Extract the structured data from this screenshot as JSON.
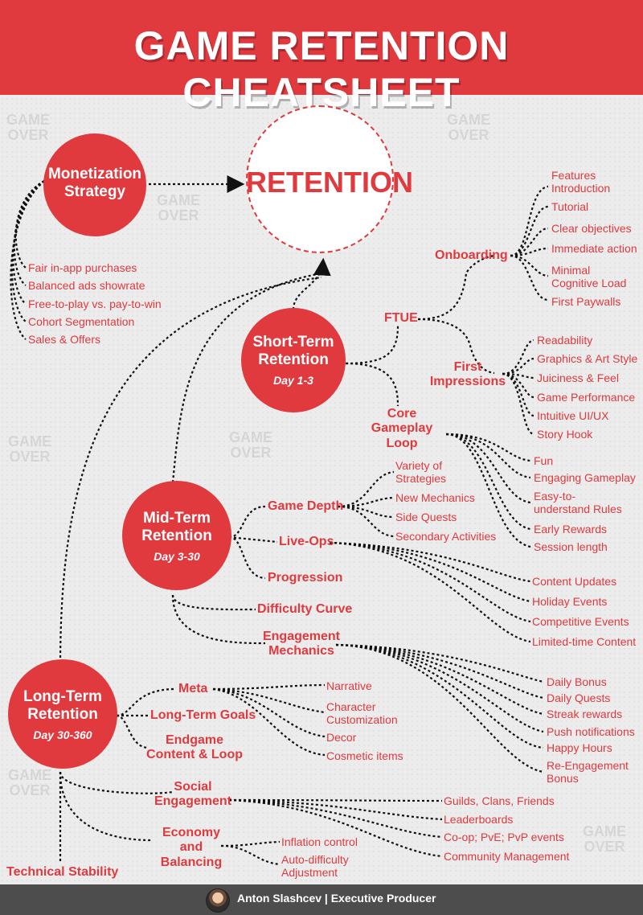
{
  "header": {
    "title": "GAME RETENTION CHEATSHEET"
  },
  "center": {
    "label": "RETENTION"
  },
  "circles": {
    "monetization": {
      "title": "Monetization\nStrategy"
    },
    "short_term": {
      "title": "Short-Term\nRetention",
      "subtitle": "Day 1-3"
    },
    "mid_term": {
      "title": "Mid-Term\nRetention",
      "subtitle": "Day 3-30"
    },
    "long_term": {
      "title": "Long-Term\nRetention",
      "subtitle": "Day 30-360"
    }
  },
  "monetization_items": [
    "Fair in-app purchases",
    "Balanced ads showrate",
    "Free-to-play vs. pay-to-win",
    "Cohort Segmentation",
    "Sales & Offers"
  ],
  "short_term": {
    "ftue": "FTUE",
    "onboarding": "Onboarding",
    "onboarding_items": [
      "Features\nIntroduction",
      "Tutorial",
      "Clear objectives",
      "Immediate action",
      "Minimal\nCognitive Load",
      "First Paywalls"
    ],
    "first_impressions": "First\nImpressions",
    "first_impressions_items": [
      "Readability",
      "Graphics & Art Style",
      "Juiciness & Feel",
      "Game Performance",
      "Intuitive UI/UX",
      "Story Hook"
    ],
    "core_loop": "Core\nGameplay Loop",
    "core_loop_items": [
      "Fun",
      "Engaging Gameplay",
      "Easy-to-\nunderstand Rules",
      "Early Rewards",
      "Session length"
    ]
  },
  "mid_term": {
    "game_depth": "Game Depth",
    "game_depth_items": [
      "Variety of\nStrategies",
      "New Mechanics",
      "Side Quests",
      "Secondary Activities"
    ],
    "live_ops": "Live-Ops",
    "live_ops_items": [
      "Content Updates",
      "Holiday Events",
      "Competitive Events",
      "Limited-time Content"
    ],
    "progression": "Progression",
    "difficulty": "Difficulty Curve",
    "engagement": "Engagement\nMechanics",
    "engagement_items": [
      "Daily Bonus",
      "Daily Quests",
      "Streak rewards",
      "Push notifications",
      "Happy Hours",
      "Re-Engagement\nBonus"
    ]
  },
  "long_term": {
    "meta": "Meta",
    "meta_items": [
      "Narrative",
      "Character\nCustomization",
      "Decor",
      "Cosmetic items"
    ],
    "goals": "Long-Term Goals",
    "endgame": "Endgame\nContent & Loop",
    "social": "Social\nEngagement",
    "social_items": [
      "Guilds, Clans, Friends",
      "Leaderboards",
      "Co-op; PvE; PvP events",
      "Community Management"
    ],
    "economy": "Economy and\nBalancing",
    "economy_items": [
      "Inflation control",
      "Auto-difficulty\nAdjustment"
    ],
    "tech": "Technical Stability"
  },
  "watermark": "GAME\nOVER",
  "footer": {
    "text": "Anton Slashcev | Executive Producer"
  },
  "colors": {
    "accent": "#e0393e",
    "footer": "#4d4d4d",
    "background": "#ececec"
  }
}
